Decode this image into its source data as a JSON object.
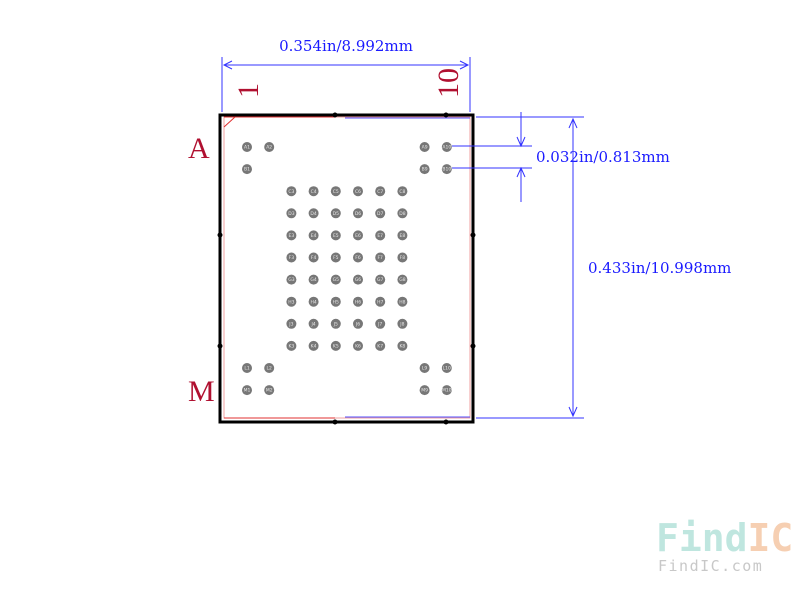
{
  "dimensions": {
    "width_label": "0.354in/8.992mm",
    "pitch_label": "0.032in/0.813mm",
    "height_label": "0.433in/10.998mm"
  },
  "rows": {
    "first": "A",
    "last": "M"
  },
  "columns": {
    "first": "1",
    "last": "10"
  },
  "balls": [
    "A1",
    "A2",
    "A9",
    "A10",
    "B1",
    "B9",
    "B10",
    "C3",
    "C4",
    "C5",
    "C6",
    "C7",
    "C8",
    "D3",
    "D4",
    "D5",
    "D6",
    "D7",
    "D8",
    "E3",
    "E4",
    "E5",
    "E6",
    "E7",
    "E8",
    "F3",
    "F4",
    "F5",
    "F6",
    "F7",
    "F8",
    "G3",
    "G4",
    "G5",
    "G6",
    "G7",
    "G8",
    "H3",
    "H4",
    "H5",
    "H6",
    "H7",
    "H8",
    "J3",
    "J4",
    "J5",
    "J6",
    "J7",
    "J8",
    "K3",
    "K4",
    "K5",
    "K6",
    "K7",
    "K8",
    "L1",
    "L2",
    "L9",
    "L10",
    "M1",
    "M2",
    "M9",
    "M10"
  ],
  "watermark": {
    "brand_find": "Find",
    "brand_ic": "IC",
    "url": "FindIC.com",
    "find_color": "#bfe6df",
    "ic_color": "#f6cfb2"
  },
  "colors": {
    "dimension": "#1a1aff",
    "label": "#b01030",
    "outline": "#000000",
    "ball": "#777777"
  }
}
